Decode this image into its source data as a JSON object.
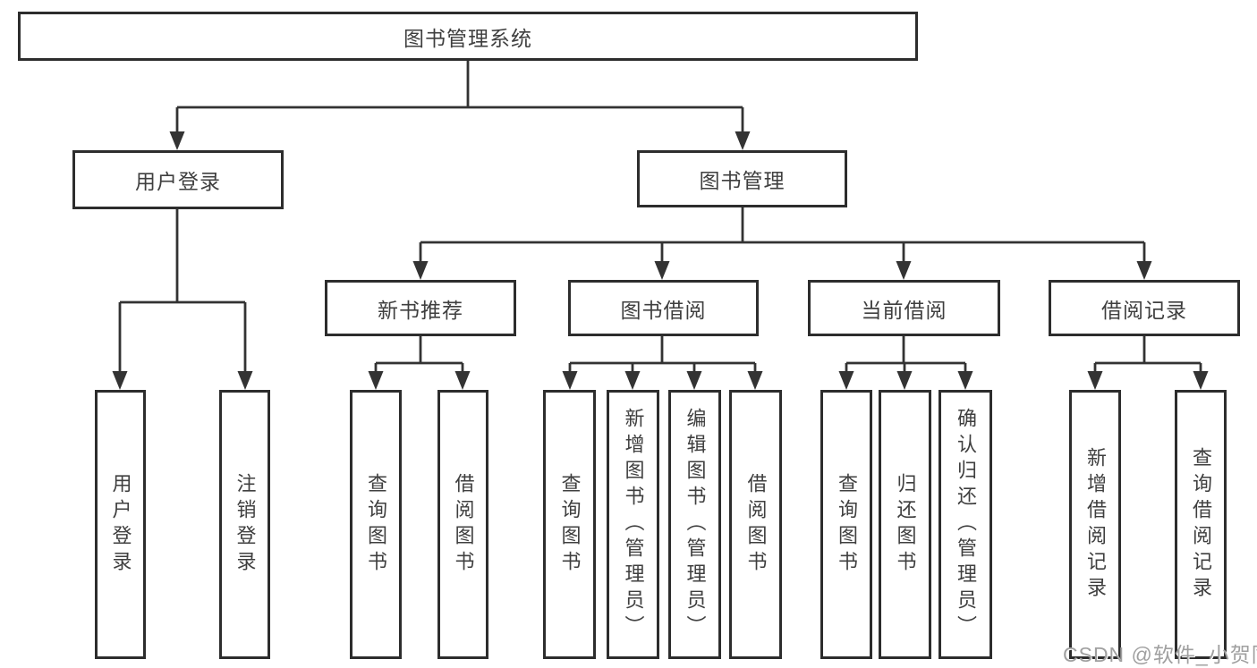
{
  "title": {
    "label": "图书管理系统"
  },
  "level2": [
    {
      "label": "用户登录"
    },
    {
      "label": "图书管理"
    }
  ],
  "level3": [
    {
      "label": "新书推荐"
    },
    {
      "label": "图书借阅"
    },
    {
      "label": "当前借阅"
    },
    {
      "label": "借阅记录"
    }
  ],
  "leaves": [
    {
      "parent": "用户登录",
      "label": "用户登录"
    },
    {
      "parent": "用户登录",
      "label": "注销登录"
    },
    {
      "parent": "新书推荐",
      "label": "查询图书"
    },
    {
      "parent": "新书推荐",
      "label": "借阅图书"
    },
    {
      "parent": "图书借阅",
      "label": "查询图书"
    },
    {
      "parent": "图书借阅",
      "label": "新增图书（管理员）"
    },
    {
      "parent": "图书借阅",
      "label": "编辑图书（管理员）"
    },
    {
      "parent": "图书借阅",
      "label": "借阅图书"
    },
    {
      "parent": "当前借阅",
      "label": "查询图书"
    },
    {
      "parent": "当前借阅",
      "label": "归还图书"
    },
    {
      "parent": "当前借阅",
      "label": "确认归还（管理员）"
    },
    {
      "parent": "借阅记录",
      "label": "新增借阅记录"
    },
    {
      "parent": "借阅记录",
      "label": "查询借阅记录"
    }
  ],
  "watermark": {
    "text": "CSDN @软件_小贺同学"
  },
  "colors": {
    "line": "#333333",
    "box_border": "#2d2d2d",
    "text": "#3f3f3f",
    "watermark": "#a0a0a0",
    "background": "#ffffff"
  }
}
